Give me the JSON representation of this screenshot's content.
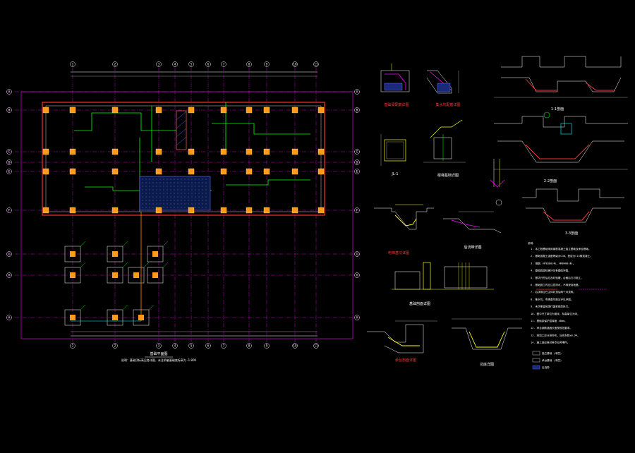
{
  "drawing": {
    "main_plan": {
      "title": "基础平面图",
      "note": "说明：基础顶标高见各详图，未注明者基础底标高为 -1.800",
      "axis_top": [
        "1",
        "2",
        "3",
        "4",
        "5",
        "6",
        "7",
        "8",
        "9",
        "10",
        "11"
      ],
      "axis_side": [
        "A",
        "B",
        "C",
        "D",
        "E",
        "F",
        "G",
        "H"
      ]
    },
    "details": [
      {
        "id": "d1",
        "title": "基础梁配筋详图",
        "color": "#ff3b30"
      },
      {
        "id": "d2",
        "title": "集水坑配筋详图",
        "color": "#ff3b30"
      },
      {
        "id": "d3",
        "title": "JL-1",
        "color": "#ffffff"
      },
      {
        "id": "d4",
        "title": "楼梯基础详图",
        "color": "#ffffff"
      },
      {
        "id": "d5",
        "title": "电梯基坑详图",
        "color": "#ff3b30"
      },
      {
        "id": "d6",
        "title": "后浇带详图",
        "color": "#ffffff"
      },
      {
        "id": "d7",
        "title": "基础剖面详图",
        "color": "#ffffff"
      },
      {
        "id": "d8",
        "title": "承台剖面详图",
        "color": "#ff3b30"
      },
      {
        "id": "d9",
        "title": "1-1剖面",
        "color": "#ffffff"
      },
      {
        "id": "d10",
        "title": "2-2剖面",
        "color": "#ffffff"
      },
      {
        "id": "d11",
        "title": "3-3剖面",
        "color": "#ffffff"
      },
      {
        "id": "d12",
        "title": "坑底详图",
        "color": "#ffffff"
      }
    ],
    "notes": {
      "heading": "说明：",
      "lines": [
        "1. 本工程基础采用钢筋混凝土独立基础及承台基础。",
        "2. 基础混凝土强度等级为C30，垫层为C15素混凝土。",
        "3. 钢筋：HPB300(Φ)，HRB400(Φ)。",
        "4. 基础底面标高详见各基础详图。",
        "5. 基坑开挖后应及时验槽，合格后方可施工。",
        "6. 基础施工时应注意排水，不得浸泡地基。",
        "7. 后浇带应在主体封顶后两个月浇筑。",
        "8. 集水坑、电梯基坑做法详见详图。",
        "9. 未尽事宜按现行国家规范执行。",
        "10. 图中尺寸单位为毫米，标高单位为米。",
        "11. 基础梁保护层厚度 40mm。",
        "12. 承台钢筋锚固长度按规范要求。",
        "13. 回填土应分层夯实，压实系数≥0.94。",
        "14. 施工前应核对各专业预埋件。"
      ],
      "legend": [
        "独立基础 (本层)",
        "承台基础 (本层)",
        "后浇带"
      ]
    },
    "colors": {
      "background": "#000000",
      "axis": "#ff00ff",
      "beam_green": "#00ff00",
      "column": "#ffa500",
      "wall": "#ff0000",
      "dim": "#ffffff",
      "yellow": "#ffff00",
      "cyan": "#00ffff",
      "blue": "#6a6aff"
    }
  }
}
